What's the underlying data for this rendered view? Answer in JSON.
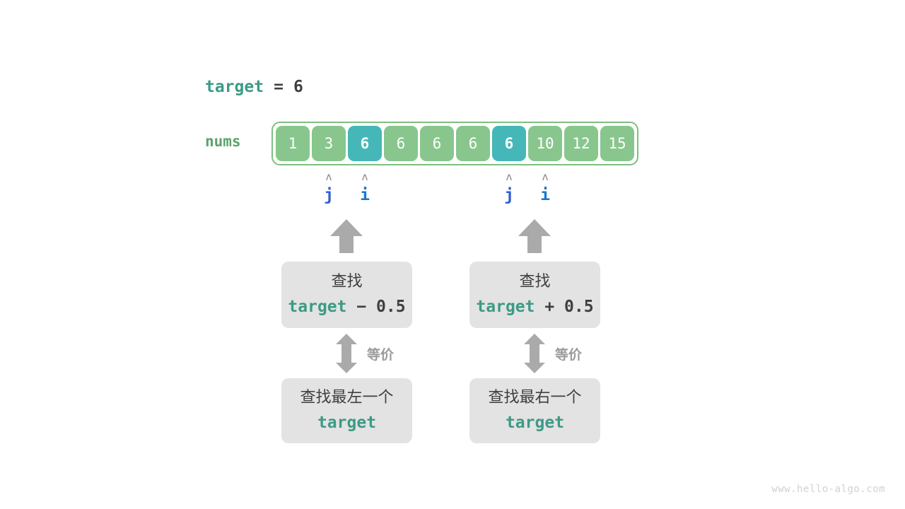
{
  "target_line": {
    "name": "target",
    "equals": "=",
    "value": "6"
  },
  "array": {
    "label": "nums",
    "values": [
      "1",
      "3",
      "6",
      "6",
      "6",
      "6",
      "6",
      "10",
      "12",
      "15"
    ],
    "highlighted_indices": [
      2,
      6
    ],
    "cell_color": "#88c68d",
    "highlight_color": "#45b7b8",
    "border_color": "#7fbf7f"
  },
  "pointers": [
    {
      "label": "j",
      "caret": "ʌ",
      "index": 1,
      "group": "left"
    },
    {
      "label": "i",
      "caret": "ʌ",
      "index": 2,
      "group": "left"
    },
    {
      "label": "j",
      "caret": "ʌ",
      "index": 6,
      "group": "right"
    },
    {
      "label": "i",
      "caret": "ʌ",
      "index": 7,
      "group": "right"
    }
  ],
  "columns": [
    {
      "top_box": {
        "line1": "查找",
        "expr_name": "target",
        "expr_rest": " − 0.5"
      },
      "equiv_label": "等价",
      "bottom_box": {
        "line1": "查找最左一个",
        "expr_name": "target",
        "expr_rest": ""
      }
    },
    {
      "top_box": {
        "line1": "查找",
        "expr_name": "target",
        "expr_rest": " + 0.5"
      },
      "equiv_label": "等价",
      "bottom_box": {
        "line1": "查找最右一个",
        "expr_name": "target",
        "expr_rest": ""
      }
    }
  ],
  "colors": {
    "teal": "#3e9a85",
    "green": "#5aa469",
    "blue_j": "#2f5fd0",
    "blue_i": "#1878c8",
    "gray_arrow": "#aaaaaa",
    "box_bg": "#e3e3e3"
  },
  "watermark": "www.hello-algo.com"
}
